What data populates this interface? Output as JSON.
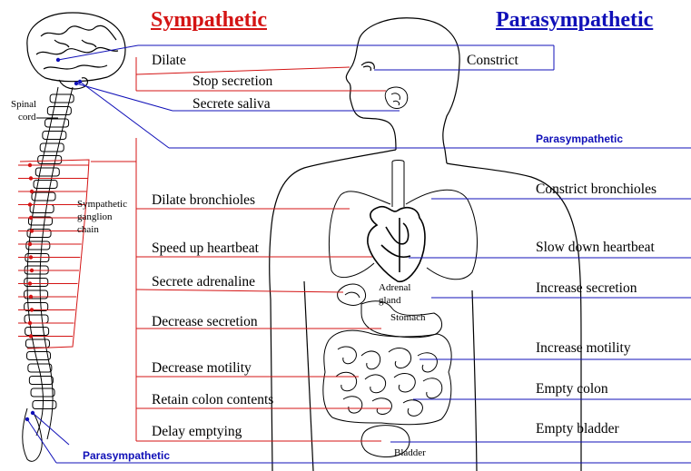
{
  "titles": {
    "sympathetic": "Sympathetic",
    "parasympathetic": "Parasympathetic"
  },
  "sympathetic_effects": [
    "Dilate",
    "Stop secretion",
    "Secrete saliva",
    "Dilate bronchioles",
    "Speed up heartbeat",
    "Secrete adrenaline",
    "Decrease secretion",
    "Decrease motility",
    "Retain colon contents",
    "Delay emptying"
  ],
  "parasympathetic_effects": [
    "Constrict",
    "Constrict bronchioles",
    "Slow down heartbeat",
    "Increase secretion",
    "Increase motility",
    "Empty colon",
    "Empty bladder"
  ],
  "parasympathetic_labels": {
    "cranial": "Parasympathetic",
    "sacral": "Parasympathetic"
  },
  "anatomy_labels": {
    "spinal_cord": [
      "Spinal",
      "cord"
    ],
    "ganglion_chain": [
      "Sympathetic",
      "ganglion",
      "chain"
    ],
    "adrenal_gland": [
      "Adrenal",
      "gland"
    ],
    "stomach": "Stomach",
    "bladder": "Bladder"
  },
  "colors": {
    "sympathetic": "#d41414",
    "parasympathetic": "#1010b8",
    "outline": "#000000"
  }
}
